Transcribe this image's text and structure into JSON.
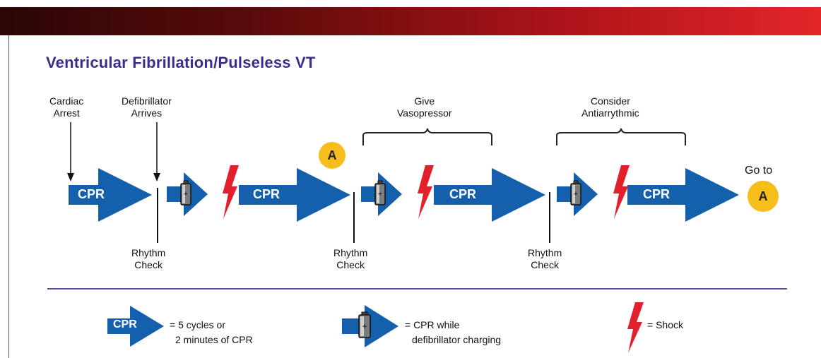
{
  "title": "Ventricular Fibrillation/Pulseless VT",
  "labels": {
    "cardiac_arrest": [
      "Cardiac",
      "Arrest"
    ],
    "defibrillator_arrives": [
      "Defibrillator",
      "Arrives"
    ],
    "give_vasopressor": [
      "Give",
      "Vasopressor"
    ],
    "consider_antiarrythmic": [
      "Consider",
      "Antiarrythmic"
    ],
    "rhythm_check": [
      "Rhythm",
      "Check"
    ],
    "go_to": "Go to"
  },
  "cpr_label": "CPR",
  "circle_label": "A",
  "legend": {
    "cpr": [
      "= 5 cycles or",
      "2 minutes of CPR"
    ],
    "charging": [
      "= CPR while",
      "defibrillator charging"
    ],
    "shock": "= Shock"
  },
  "colors": {
    "arrow_blue": "#1560ad",
    "shock_red": "#e2202b",
    "circle_yellow": "#f6bd1b",
    "title_purple": "#3d2c8c"
  },
  "icons": [
    "big-cpr-arrow",
    "charging-arrow",
    "battery-icon",
    "lightning-bolt-icon",
    "brace"
  ]
}
